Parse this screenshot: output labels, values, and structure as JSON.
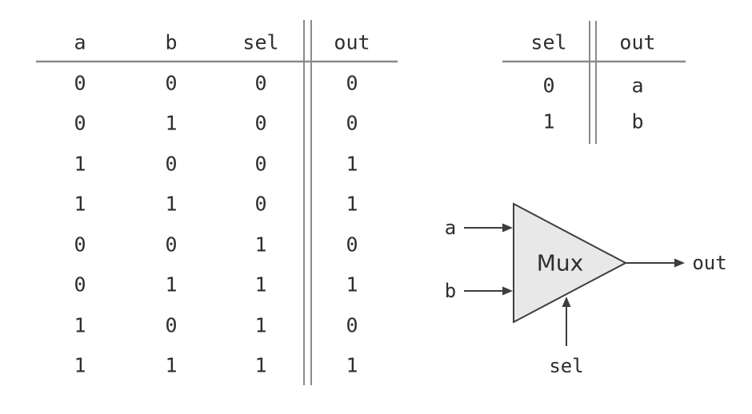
{
  "colors": {
    "background": "#ffffff",
    "text": "#2e2e2e",
    "table_rule": "#8a8a8a",
    "diagram_line": "#3d3d3d",
    "mux_fill": "#e8e8e8"
  },
  "truth_table": {
    "headers": [
      "a",
      "b",
      "sel",
      "out"
    ],
    "rows": [
      [
        "0",
        "0",
        "0",
        "0"
      ],
      [
        "0",
        "1",
        "0",
        "0"
      ],
      [
        "1",
        "0",
        "0",
        "1"
      ],
      [
        "1",
        "1",
        "0",
        "1"
      ],
      [
        "0",
        "0",
        "1",
        "0"
      ],
      [
        "0",
        "1",
        "1",
        "1"
      ],
      [
        "1",
        "0",
        "1",
        "0"
      ],
      [
        "1",
        "1",
        "1",
        "1"
      ]
    ]
  },
  "select_table": {
    "headers": [
      "sel",
      "out"
    ],
    "rows": [
      [
        "0",
        "a"
      ],
      [
        "1",
        "b"
      ]
    ]
  },
  "diagram": {
    "block_label": "Mux",
    "input_a_label": "a",
    "input_b_label": "b",
    "select_label": "sel",
    "output_label": "out"
  }
}
